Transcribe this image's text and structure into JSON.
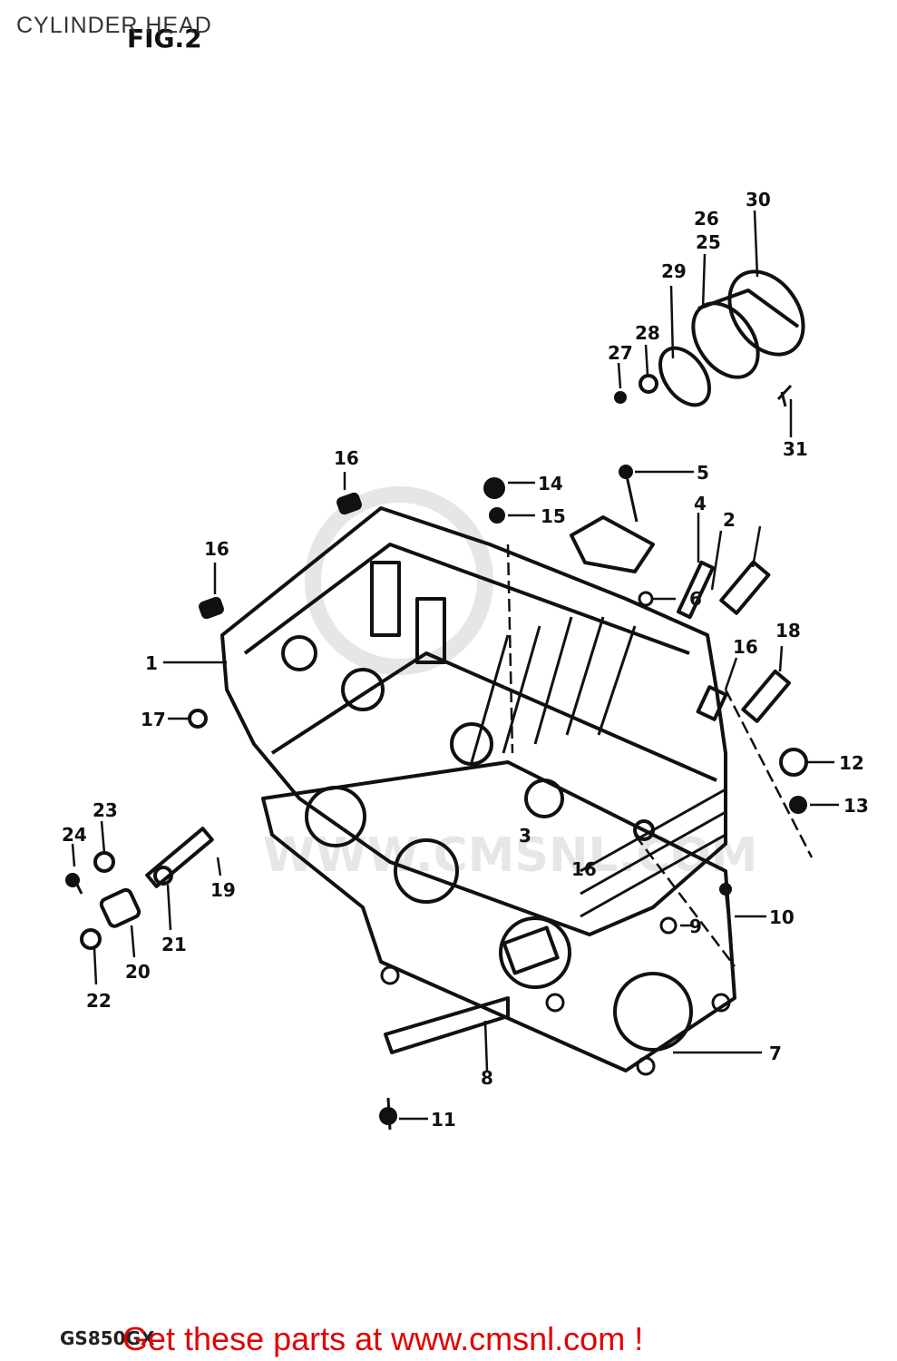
{
  "header": {
    "title": "CYLINDER HEAD",
    "figure_label": "FIG.2"
  },
  "footer": {
    "model_code": "GS850GX",
    "promo_text": "Get these parts at www.cmsnl.com !"
  },
  "callouts": [
    "1",
    "2",
    "3",
    "4",
    "5",
    "6",
    "7",
    "8",
    "9",
    "10",
    "11",
    "12",
    "13",
    "14",
    "15",
    "16",
    "17",
    "18",
    "19",
    "20",
    "21",
    "22",
    "23",
    "24",
    "25",
    "26",
    "27",
    "28",
    "29",
    "30",
    "31"
  ],
  "watermark": "www.cmsnl.com"
}
